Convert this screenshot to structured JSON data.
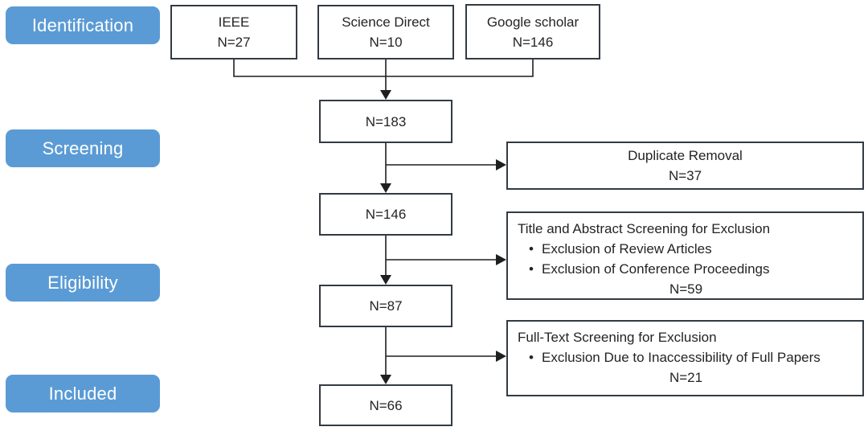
{
  "stages": [
    {
      "label": "Identification"
    },
    {
      "label": "Screening"
    },
    {
      "label": "Eligibility"
    },
    {
      "label": "Included"
    }
  ],
  "sources": [
    {
      "name": "IEEE",
      "count": "N=27"
    },
    {
      "name": "Science Direct",
      "count": "N=10"
    },
    {
      "name": "Google scholar",
      "count": "N=146"
    }
  ],
  "flow_counts": [
    "N=183",
    "N=146",
    "N=87",
    "N=66"
  ],
  "exclusions": [
    {
      "title": "Duplicate Removal",
      "count": "N=37"
    },
    {
      "title": "Title and Abstract Screening for Exclusion",
      "bullets": [
        "Exclusion of Review Articles",
        "Exclusion of Conference Proceedings"
      ],
      "count": "N=59"
    },
    {
      "title": "Full-Text Screening for Exclusion",
      "bullets": [
        "Exclusion Due to Inaccessibility of Full Papers"
      ],
      "count": "N=21"
    }
  ],
  "icons": {
    "bullet": "•"
  },
  "colors": {
    "stage_fill": "#5b9bd5",
    "stage_text": "#ffffff",
    "box_border": "#333a44",
    "line": "#1f1f1f",
    "text": "#242424",
    "background": "#ffffff"
  }
}
